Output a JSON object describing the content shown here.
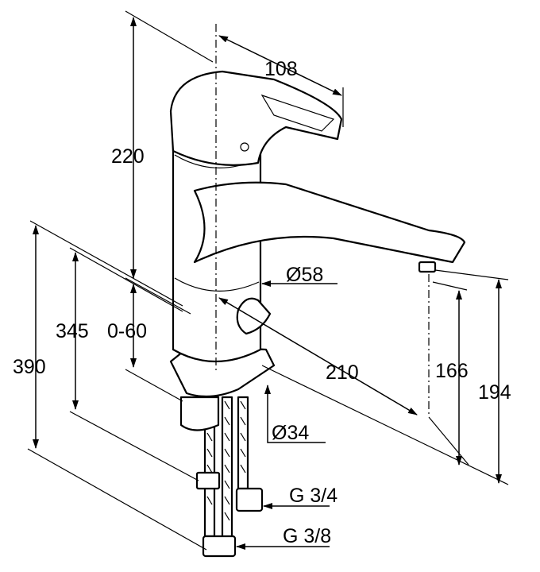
{
  "title": "Faucet dimension drawing",
  "dimensions": {
    "handle_reach": "108",
    "body_height": "220",
    "max_deck_thickness": "0-60",
    "hose_length_inner": "345",
    "hose_length_total": "390",
    "body_diameter": "Ø58",
    "spout_reach": "210",
    "spout_outlet_height": "166",
    "total_height_at_spout": "194",
    "mounting_hole_diameter": "Ø34",
    "connection_large": "G 3/4",
    "connection_small": "G 3/8"
  }
}
